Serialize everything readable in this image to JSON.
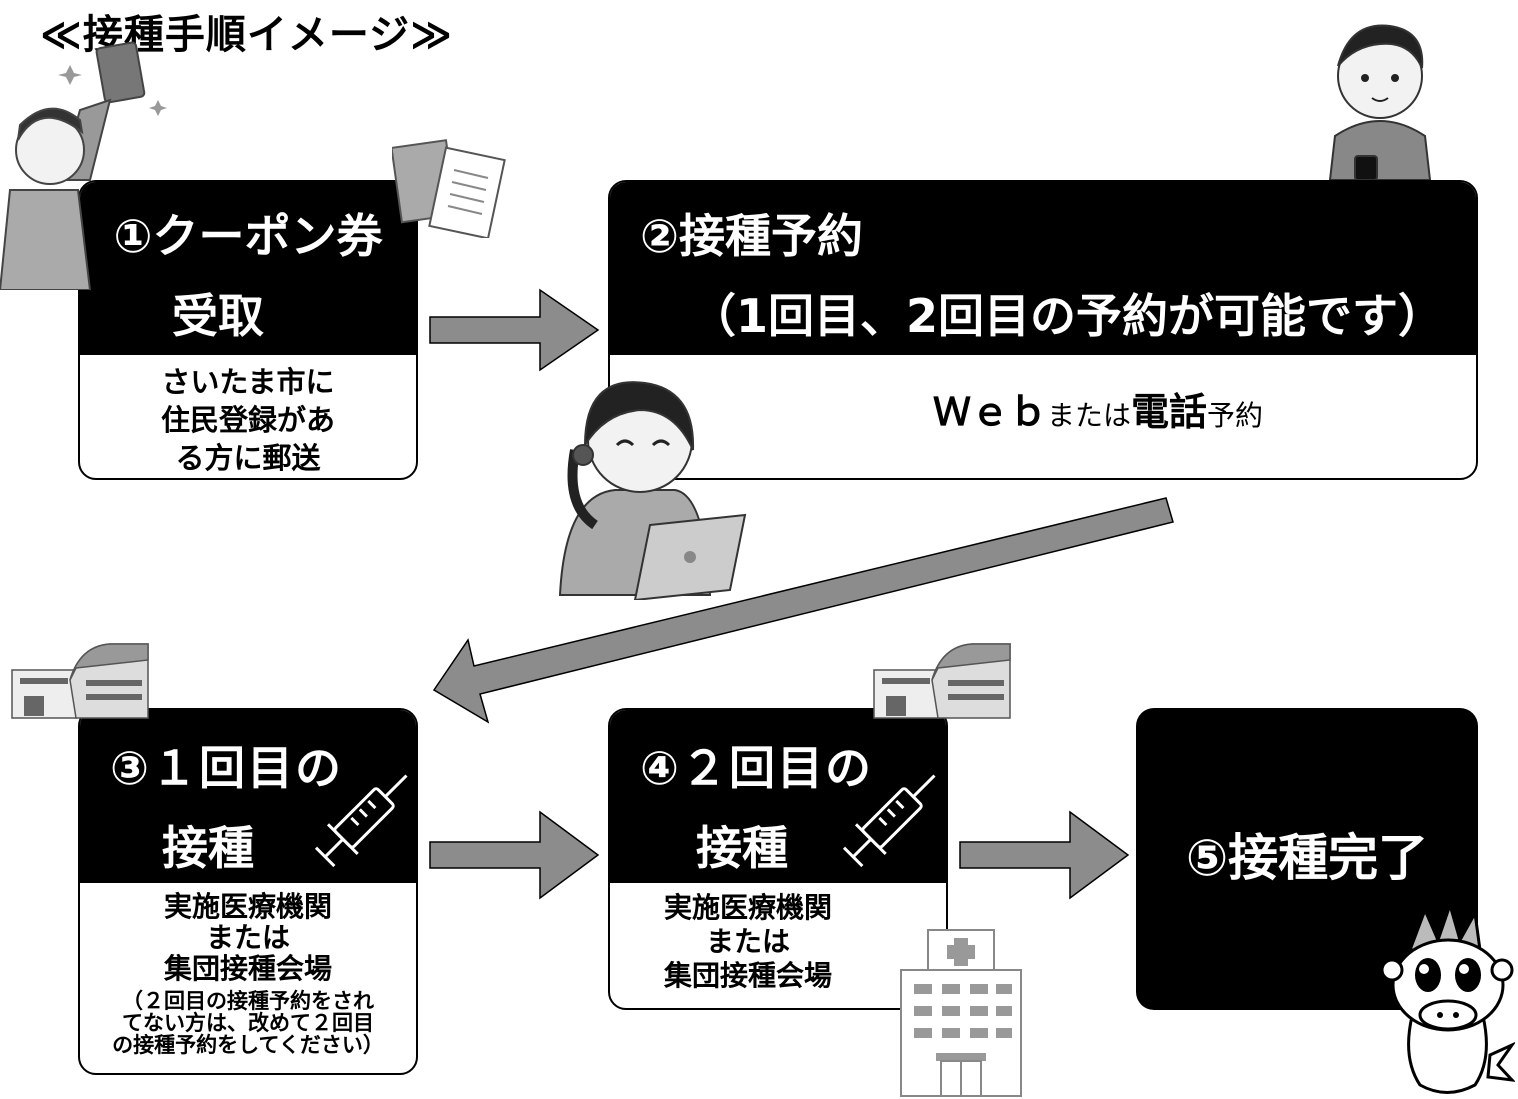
{
  "title": "≪接種手順イメージ≫",
  "colors": {
    "box": "#000000",
    "arrow": "#8c8c8c",
    "text_on_dark": "#ffffff"
  },
  "step1": {
    "head_line1": "①クーポン券",
    "head_line2": "受取",
    "body_lines": [
      "さいたま市に",
      "住民登録があ",
      "る方に郵送"
    ]
  },
  "step2": {
    "head_line1": "②接種予約",
    "head_line2": "（1回目、2回目の予約が可能です）",
    "body": {
      "web": "Ｗｅｂ",
      "mata": "または",
      "denwa": "電話",
      "yoyaku": "予約"
    }
  },
  "step3": {
    "head_line1": "③１回目の",
    "head_line2": "接種",
    "body_lines": [
      "実施医療機関",
      "または",
      "集団接種会場"
    ],
    "note_lines": [
      "（２回目の接種予約をされ",
      "てない方は、改めて２回目",
      "の接種予約をしてください）"
    ]
  },
  "step4": {
    "head_line1": "④２回目の",
    "head_line2": "接種",
    "body_lines": [
      "実施医療機関",
      "または",
      "集団接種会場"
    ]
  },
  "step5": {
    "label": "⑤接種完了"
  },
  "icons": [
    "man-with-coupon-icon",
    "envelope-document-icon",
    "businessman-phone-icon",
    "call-operator-icon",
    "school-building-icon",
    "syringe-icon",
    "hospital-icon",
    "mascot-character-icon"
  ]
}
